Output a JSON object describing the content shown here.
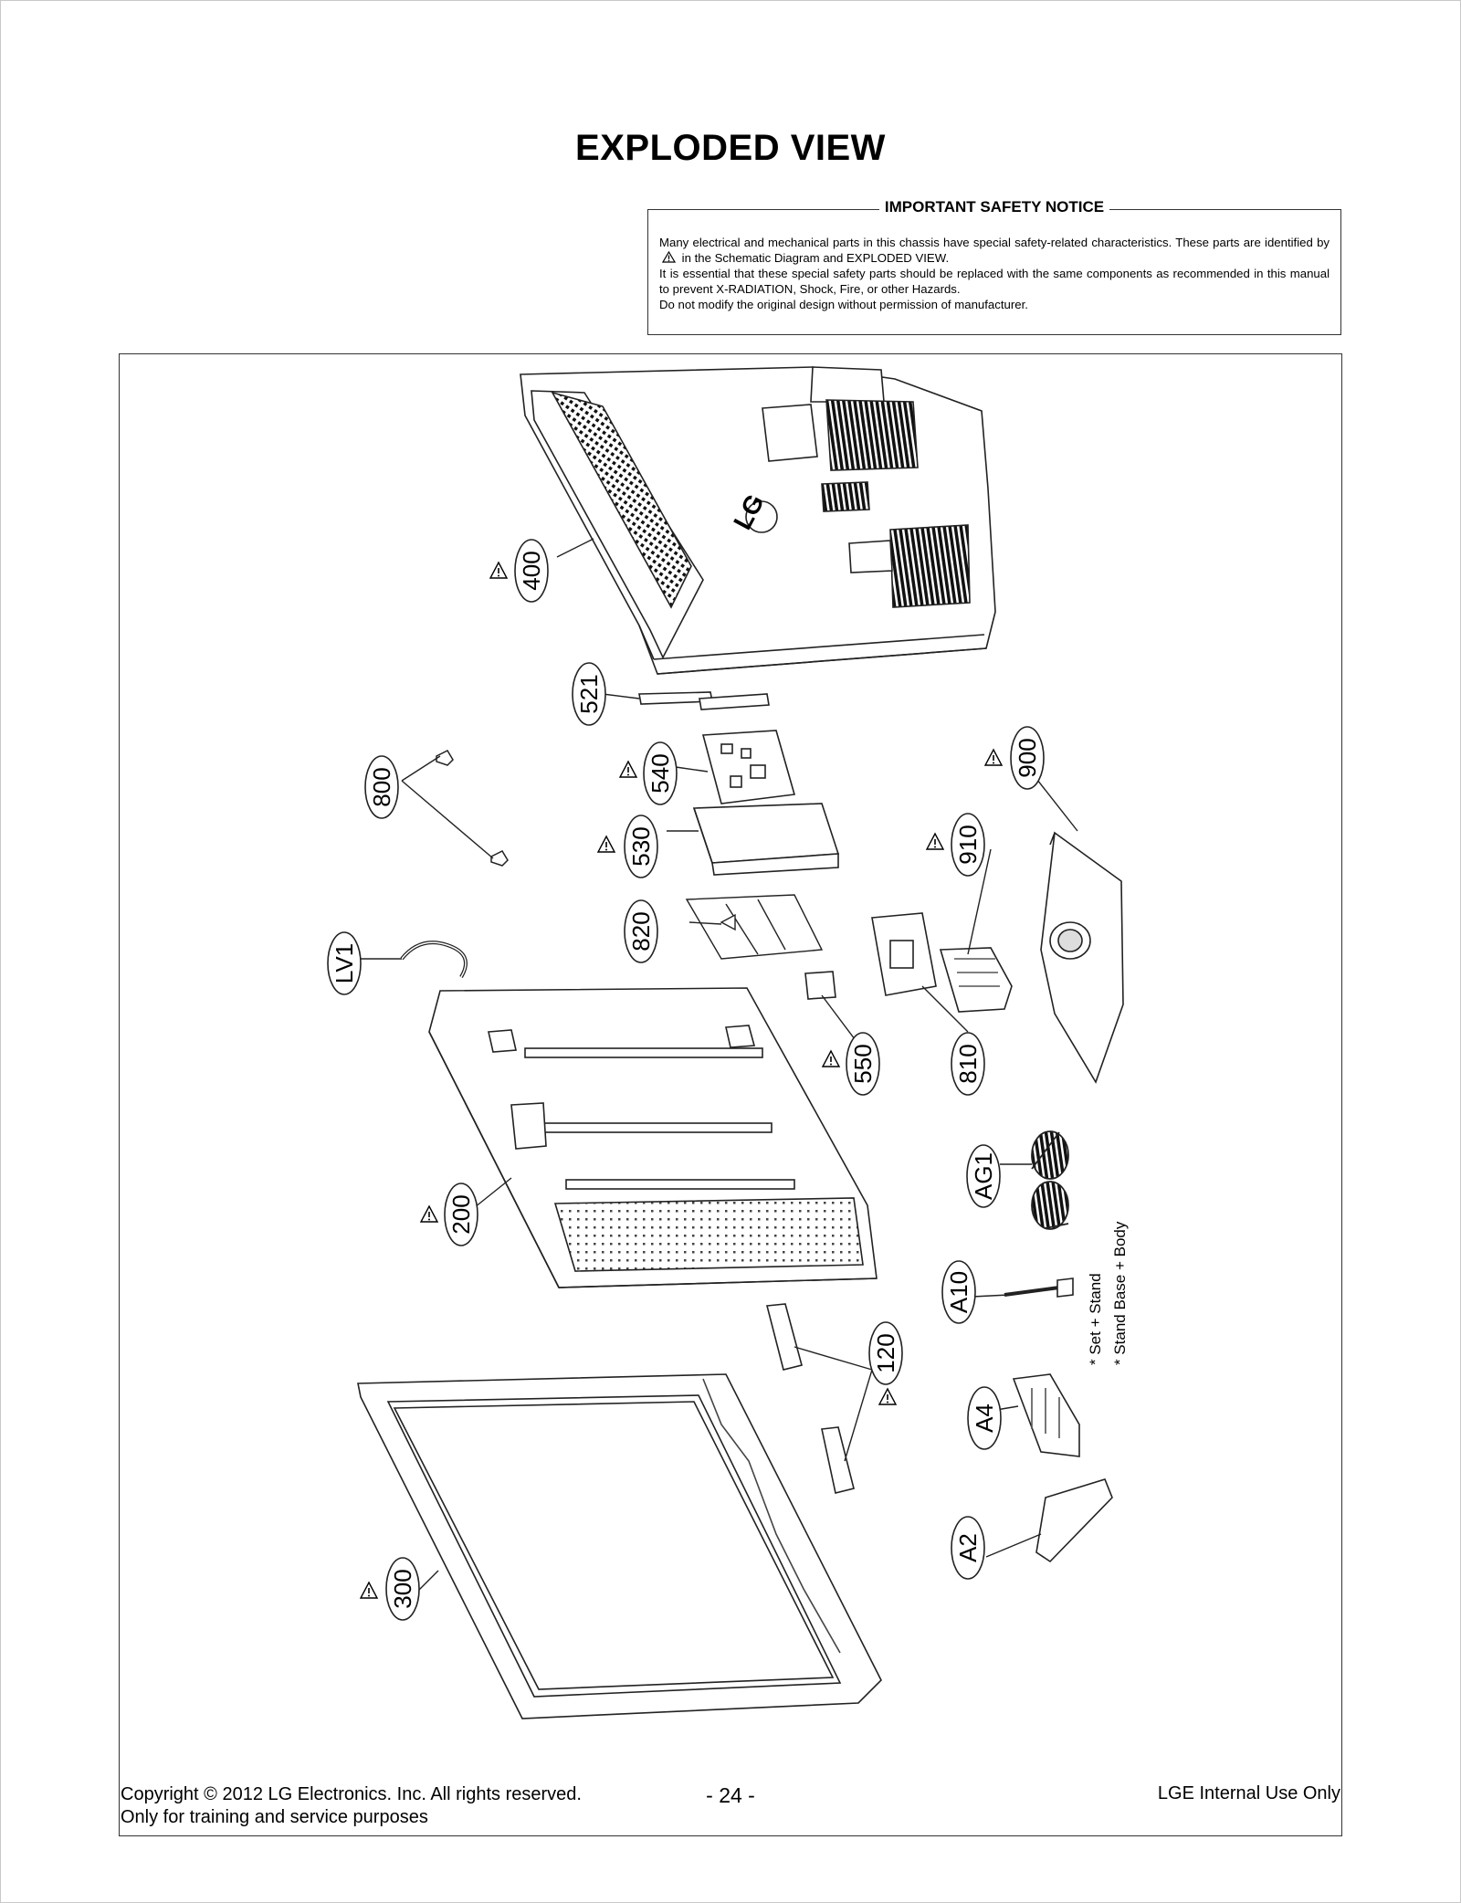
{
  "page": {
    "title": "EXPLODED VIEW",
    "page_number": "- 24 -"
  },
  "safety_notice": {
    "heading": "IMPORTANT SAFETY NOTICE",
    "line1_before": "Many electrical and mechanical parts in this chassis have special safety-related characteristics. These parts are identified by",
    "line1_after": "in the Schematic Diagram and EXPLODED VIEW.",
    "line2": "It is essential that these special safety parts should be replaced with the same components as recommended in this manual to prevent X-RADIATION, Shock, Fire, or other Hazards.",
    "line3": "Do not modify the original design without permission of manufacturer."
  },
  "parts": {
    "p400": "400",
    "p521": "521",
    "p540": "540",
    "p530": "530",
    "p820": "820",
    "p800": "800",
    "pLV1": "LV1",
    "p900": "900",
    "p910": "910",
    "p810": "810",
    "p550": "550",
    "p200": "200",
    "pAG1": "AG1",
    "pA10": "A10",
    "p120": "120",
    "pA4": "A4",
    "pA2": "A2",
    "p300": "300"
  },
  "notes": {
    "set_stand": "* Set + Stand",
    "stand_base_body": "* Stand Base + Body"
  },
  "logo": "LG",
  "footer": {
    "copyright": "Copyright © 2012 LG Electronics. Inc. All rights reserved.",
    "purpose": "Only for training and service purposes",
    "internal": "LGE Internal Use Only"
  }
}
